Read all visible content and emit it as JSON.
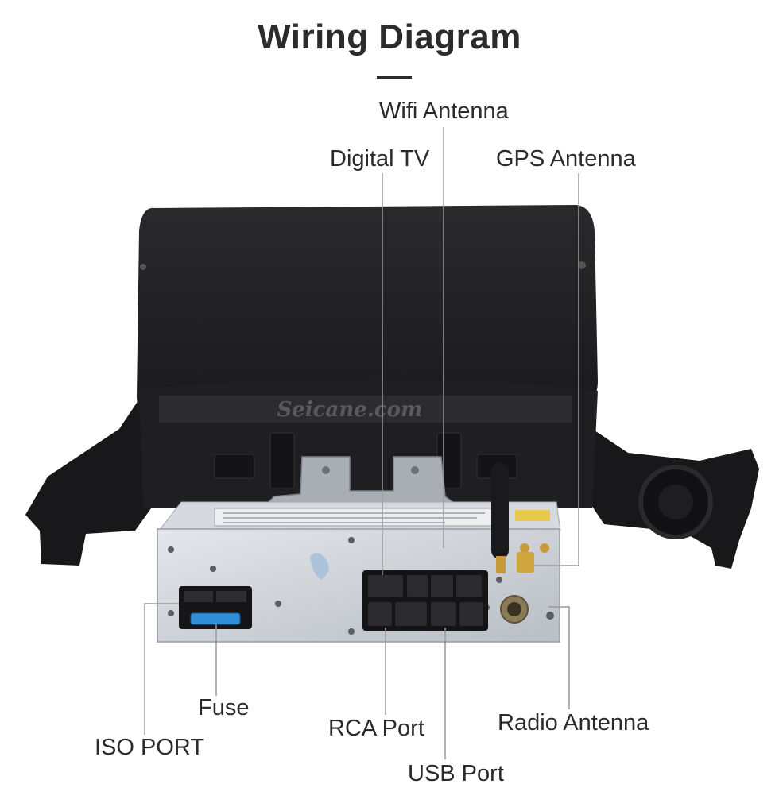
{
  "title": "Wiring Diagram",
  "watermark": "Seicane.com",
  "callouts": {
    "wifi_antenna": "Wifi Antenna",
    "digital_tv": "Digital TV",
    "gps_antenna": "GPS Antenna",
    "fuse": "Fuse",
    "iso_port": "ISO PORT",
    "rca_port": "RCA Port",
    "usb_port": "USB Port",
    "radio_antenna": "Radio Antenna"
  },
  "colors": {
    "bezel": "#1c1c1e",
    "chassis": "#cfd3d8",
    "fuse": "#2f8fd8",
    "antenna_gold": "#c89a3a",
    "text": "#2b2b2b"
  }
}
